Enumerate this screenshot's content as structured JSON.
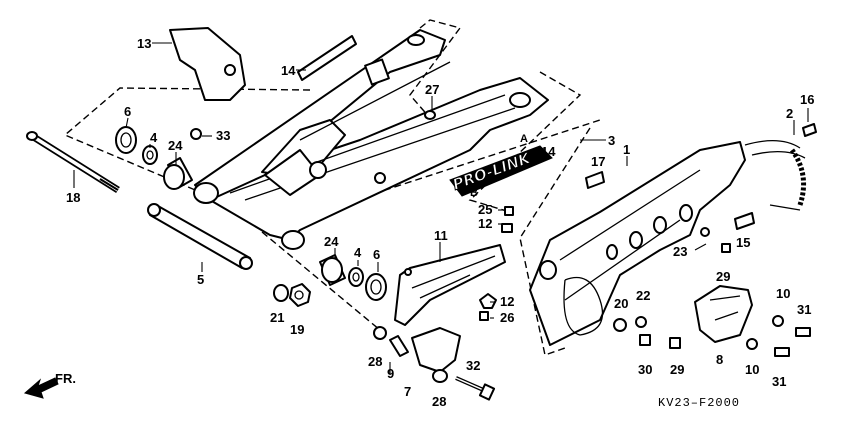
{
  "diagram": {
    "code": "KV23–F2000",
    "front_label": "FR.",
    "decal_text": "PRO-LINK",
    "callout_a": "A",
    "callout_b": "B",
    "labels": {
      "p1": "1",
      "p2": "2",
      "p3": "3",
      "p4a": "4",
      "p4b": "4",
      "p5": "5",
      "p6a": "6",
      "p6b": "6",
      "p7": "7",
      "p8": "8",
      "p9": "9",
      "p10a": "10",
      "p10b": "10",
      "p11": "11",
      "p12a": "12",
      "p12b": "12",
      "p13": "13",
      "p14a": "14",
      "p14b": "14",
      "p15": "15",
      "p16": "16",
      "p17": "17",
      "p18": "18",
      "p19": "19",
      "p20": "20",
      "p21": "21",
      "p22": "22",
      "p23": "23",
      "p24a": "24",
      "p24b": "24",
      "p25": "25",
      "p26": "26",
      "p27": "27",
      "p28a": "28",
      "p28b": "28",
      "p29a": "29",
      "p29b": "29",
      "p30": "30",
      "p31a": "31",
      "p31b": "31",
      "p32": "32",
      "p33": "33"
    }
  }
}
